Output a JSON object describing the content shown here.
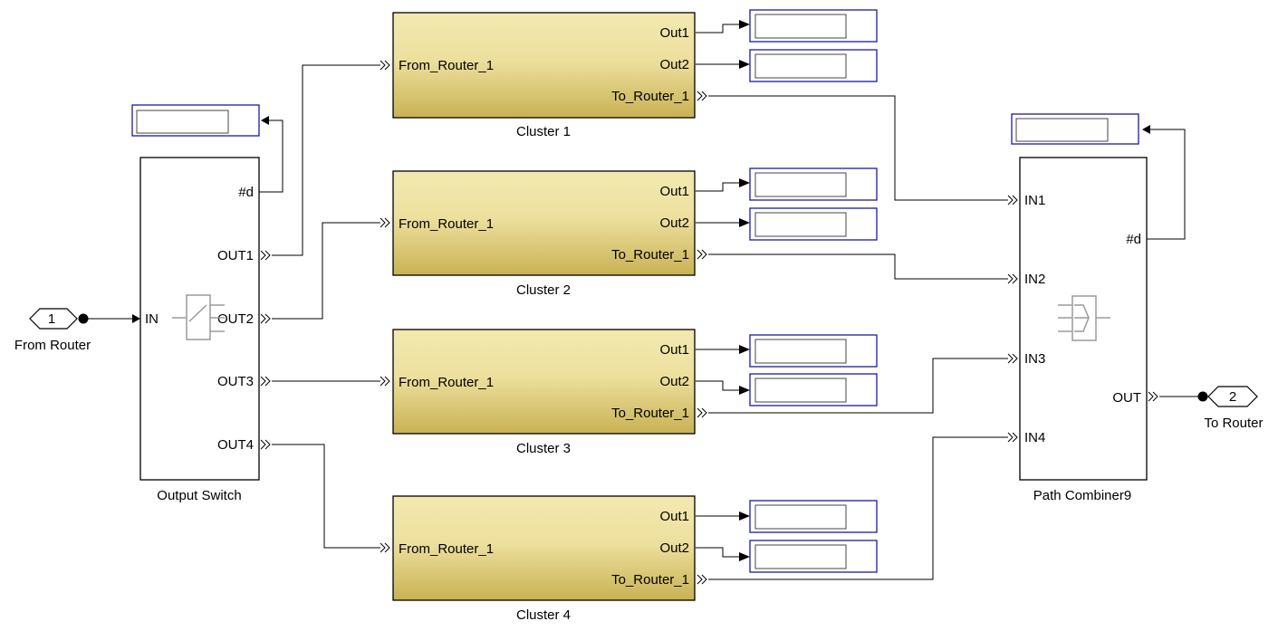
{
  "inport": {
    "number": "1",
    "label": "From Router"
  },
  "outport": {
    "number": "2",
    "label": "To Router"
  },
  "output_switch": {
    "name": "Output Switch",
    "in_port": "IN",
    "ports": [
      "#d",
      "OUT1",
      "OUT2",
      "OUT3",
      "OUT4"
    ]
  },
  "path_combiner": {
    "name": "Path Combiner9",
    "in_ports": [
      "IN1",
      "IN2",
      "IN3",
      "IN4"
    ],
    "out_ports": [
      "#d",
      "OUT"
    ]
  },
  "clusters": [
    {
      "name": "Cluster 1",
      "input": "From_Router_1",
      "outputs": [
        "Out1",
        "Out2",
        "To_Router_1"
      ]
    },
    {
      "name": "Cluster 2",
      "input": "From_Router_1",
      "outputs": [
        "Out1",
        "Out2",
        "To_Router_1"
      ]
    },
    {
      "name": "Cluster 3",
      "input": "From_Router_1",
      "outputs": [
        "Out1",
        "Out2",
        "To_Router_1"
      ]
    },
    {
      "name": "Cluster 4",
      "input": "From_Router_1",
      "outputs": [
        "Out1",
        "Out2",
        "To_Router_1"
      ]
    }
  ],
  "colors": {
    "subsystem_top": "#f3e9b0",
    "subsystem_bottom": "#c9b254",
    "display_border": "#1a1aa6",
    "icon_gray": "#9a9a9a"
  }
}
